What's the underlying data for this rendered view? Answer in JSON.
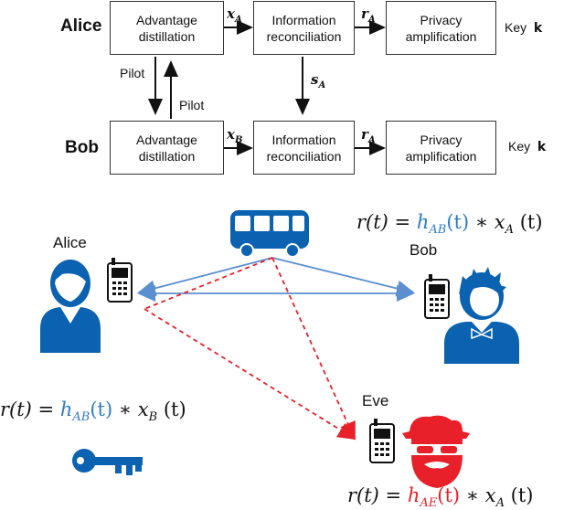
{
  "block_diagram": {
    "parties": [
      "Alice",
      "Bob"
    ],
    "alice": {
      "advantage": "Advantage\ndistillation",
      "reconciliation": "Information\nreconciliation",
      "privacy": "Privacy\namplification",
      "key_label": "Key",
      "key_symbol": "k",
      "signal_in": "x",
      "signal_in_sub": "A",
      "signal_out": "r",
      "signal_out_sub": "A"
    },
    "bob": {
      "advantage": "Advantage\ndistillation",
      "reconciliation": "Information\nreconciliation",
      "privacy": "Privacy\namplification",
      "key_label": "Key",
      "key_symbol": "k",
      "signal_in": "x",
      "signal_in_sub": "B",
      "signal_out": "r",
      "signal_out_sub": "A"
    },
    "syndrome": "s",
    "syndrome_sub": "A",
    "pilot_left": "Pilot",
    "pilot_right": "Pilot"
  },
  "scenario": {
    "alice_label": "Alice",
    "bob_label": "Bob",
    "eve_label": "Eve",
    "eq_bob": {
      "lhs": "r(t) =",
      "h": "h",
      "h_sub": "AB",
      "h_arg": "(t)",
      "rest": "∗ x",
      "x_sub": "A",
      "tail": " (t)"
    },
    "eq_alice": {
      "lhs": "r(t) =",
      "h": "h",
      "h_sub": "AB",
      "h_arg": "(t)",
      "rest": "∗ x",
      "x_sub": "B",
      "tail": " (t)"
    },
    "eq_eve": {
      "lhs": "r(t) =",
      "h": "h",
      "h_sub": "AE",
      "h_arg": "(t)",
      "rest": "∗ x",
      "x_sub": "A",
      "tail": " (t)"
    },
    "colors": {
      "blue": "#0a62b0",
      "light_blue": "#2e7cc6",
      "red": "#e8202a",
      "line_blue": "#5b8fd0"
    },
    "icons": [
      "bus-icon",
      "phone-icon",
      "person-icon",
      "key-icon",
      "spy-icon"
    ]
  }
}
